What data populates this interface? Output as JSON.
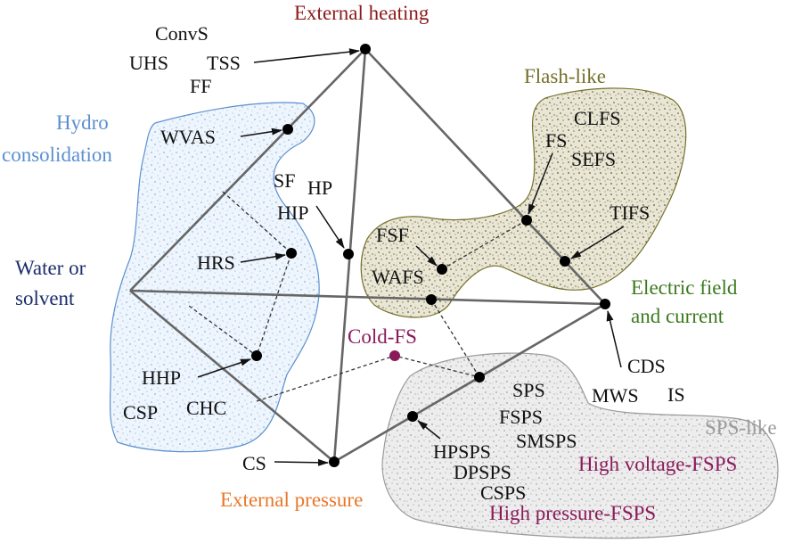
{
  "corners": {
    "external_heating": "External heating",
    "external_pressure": "External pressure",
    "water_solvent": [
      "Water or",
      "solvent"
    ],
    "electric_field": [
      "Electric field",
      "and current"
    ]
  },
  "regions": {
    "hydro": [
      "Hydro",
      "consolidation"
    ],
    "flash_like": "Flash-like",
    "sps_like": "SPS-like",
    "cold_fs": "Cold-FS",
    "high_voltage_fsps": "High voltage-FSPS",
    "high_pressure_fsps": "High pressure-FSPS"
  },
  "labels": {
    "convs": "ConvS",
    "uhs": "UHS",
    "tss": "TSS",
    "ff": "FF",
    "wvas": "WVAS",
    "sf": "SF",
    "hp": "HP",
    "hip": "HIP",
    "hrs": "HRS",
    "hhp": "HHP",
    "csp": "CSP",
    "chc": "CHC",
    "cs": "CS",
    "clfs": "CLFS",
    "fs": "FS",
    "sefs": "SEFS",
    "tifs": "TIFS",
    "fsf": "FSF",
    "wafs": "WAFS",
    "cds": "CDS",
    "mws": "MWS",
    "is": "IS",
    "sps": "SPS",
    "fsps": "FSPS",
    "smsps": "SMSPS",
    "hpsps": "HPSPS",
    "dpsps": "DPSPS",
    "csps": "CSPS"
  },
  "colors": {
    "heating": "#8b1a1a",
    "pressure": "#e8782a",
    "water": "#1c2d6b",
    "electric": "#3c7a1e",
    "hydro": "#5b8fd0",
    "flash": "#76702a",
    "sps": "#9a9a9a",
    "magenta": "#8a1a5a"
  }
}
